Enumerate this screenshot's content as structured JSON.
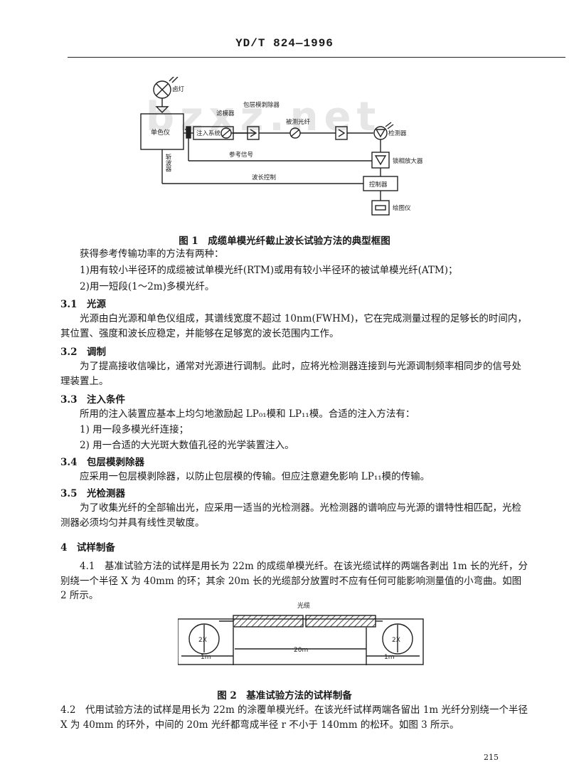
{
  "header": {
    "standard_no": "YD/T 824—1996"
  },
  "watermark": "bzxz.net",
  "figure1": {
    "labels": {
      "lamp": "卤灯",
      "monochromator": "单色仪",
      "chopper": "斩波器",
      "injection": "注入系统",
      "filter": "滤模器",
      "cladding_stripper": "包层模剥除器",
      "fiber_under_test": "被测光纤",
      "detector": "检测器",
      "reference": "参考信号",
      "lockin": "锁相放大器",
      "wavelength_control": "波长控制",
      "controller": "控制器",
      "plotter": "绘图仪"
    },
    "caption": "图 1　成缆单模光纤截止波长试验方法的典型框图"
  },
  "text1": {
    "intro": "获得参考传输功率的方法有两种：",
    "item1": "1)用有较小半径环的成缆被试单模光纤(RTM)或用有较小半径环的被试单模光纤(ATM)；",
    "item2": "2)用一短段(1～2m)多模光纤。"
  },
  "s31": {
    "heading": "3.1　光源",
    "body": "光源由白光源和单色仪组成，其谱线宽度不超过 10nm(FWHM)，它在完成测量过程的足够长的时间内，其位置、强度和波长应稳定，并能够在足够宽的波长范围内工作。"
  },
  "s32": {
    "heading": "3.2　调制",
    "body": "为了提高接收信噪比，通常对光源进行调制。此时，应将光检测器连接到与光源调制频率相同步的信号处理装置上。"
  },
  "s33": {
    "heading": "3.3　注入条件",
    "body": "所用的注入装置应基本上均匀地激励起 LP₀₁模和 LP₁₁模。合适的注入方法有：",
    "item1": "1) 用一段多模光纤连接；",
    "item2": "2) 用一合适的大光斑大数值孔径的光学装置注入。"
  },
  "s34": {
    "heading": "3.4　包层模剥除器",
    "body": "应采用一包层模剥除器，以防止包层模的传输。但应注意避免影响 LP₁₁模的传输。"
  },
  "s35": {
    "heading": "3.5　光检测器",
    "body": "为了收集光纤的全部输出光，应采用一适当的光检测器。光检测器的谱响应与光源的谱特性相匹配，光检测器必须均匀并具有线性灵敏度。"
  },
  "s4": {
    "heading": "4　试样制备"
  },
  "s41": {
    "body": "4.1　基准试验方法的试样是用长为 22m 的成缆单模光纤。在该光缆试样的两端各剥出 1m 长的光纤，分别绕一个半径 X 为 40mm 的环；其余 20m 长的光缆部分放置时不应有任何可能影响测量值的小弯曲。如图 2 所示。"
  },
  "figure2": {
    "cable_label": "光缆",
    "loop_label": "2X",
    "dim_left": "1m",
    "dim_mid": "20m",
    "dim_right": "1m",
    "caption": "图 2　基准试验方法的试样制备"
  },
  "s42": {
    "body": "4.2　代用试验方法的试样是用长为 22m 的涂覆单模光纤。在该光纤试样两端各留出 1m 光纤分别绕一个半径 X 为 40mm 的环外，中间的 20m 光纤都弯成半径 r 不小于 140mm 的松环。如图 3 所示。"
  },
  "footer": {
    "page_no": "215"
  }
}
